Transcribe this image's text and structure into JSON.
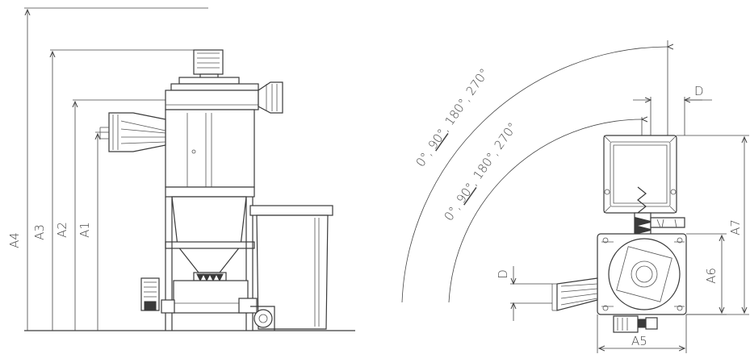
{
  "dimensions": {
    "a1": "A1",
    "a2": "A2",
    "a3": "A3",
    "a4": "A4",
    "a5": "A5",
    "a6": "A6",
    "a7": "A7",
    "d_top": "D",
    "d_side": "D"
  },
  "rotation": {
    "outer_prefix": "0°, ",
    "outer_underlined": "90°",
    "outer_suffix": ", 180°, 270°",
    "inner_prefix": "0°, ",
    "inner_underlined": "90°",
    "inner_suffix": ", 180°, 270°"
  }
}
